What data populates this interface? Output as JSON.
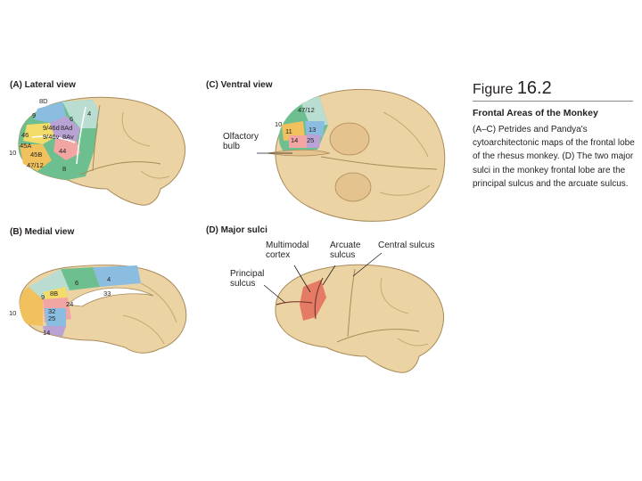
{
  "figure": {
    "word": "Figure",
    "number": "16.2",
    "title": "Frontal Areas of the Monkey",
    "body": "(A–C) Petrides and Pandya's cytoarchitectonic maps of the frontal lobe of the rhesus monkey. (D) The two major sulci in the monkey frontal lobe are the principal sulcus and the arcuate sulcus."
  },
  "panels": {
    "a": {
      "label": "(A)  Lateral view",
      "areas": [
        "8D",
        "9",
        "9/46d",
        "8Ad",
        "6",
        "4",
        "46",
        "9/46v",
        "8Av",
        "45A",
        "45B",
        "10",
        "47/12",
        "44",
        "8"
      ]
    },
    "b": {
      "label": "(B)  Medial view",
      "areas": [
        "4",
        "6",
        "9",
        "8B",
        "33",
        "24",
        "10",
        "32",
        "25",
        "14"
      ]
    },
    "c": {
      "label": "(C)  Ventral view",
      "areas": [
        "47/12",
        "10",
        "11",
        "13",
        "14",
        "25"
      ],
      "callout": "Olfactory bulb"
    },
    "d": {
      "label": "(D)  Major sulci",
      "callouts": {
        "multimodal": "Multimodal cortex",
        "arcuate": "Arcuate sulcus",
        "central": "Central sulcus",
        "principal": "Principal sulcus"
      }
    }
  },
  "colors": {
    "brain": "#ecd3a3",
    "brain_edge": "#a98a5a",
    "area_green": "#6dbf8f",
    "area_teal": "#b9ddd0",
    "area_blue": "#8bbde0",
    "area_yellow": "#f4dc6a",
    "area_pink": "#f2a6a3",
    "area_purple": "#b9a3d4",
    "area_gold": "#f1c15d",
    "sulcus_red": "#e46a5b"
  }
}
